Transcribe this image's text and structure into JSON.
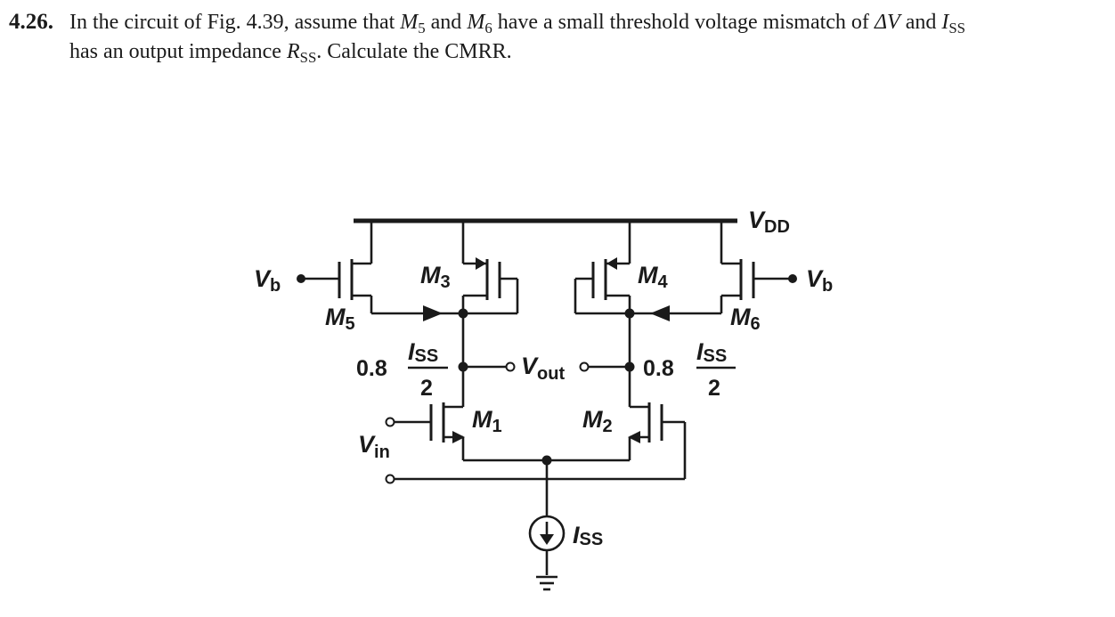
{
  "problem": {
    "number": "4.26.",
    "text_a": "In the circuit of Fig. 4.39, assume that ",
    "m5": "M",
    "m5_sub": "5",
    "and1": " and ",
    "m6": "M",
    "m6_sub": "6",
    "text_b": " have a small threshold voltage mismatch of ",
    "delta_v": "ΔV",
    "and2": " and ",
    "iss": "I",
    "iss_sub": "SS",
    "text_c": "has an output impedance ",
    "rss": "R",
    "rss_sub": "SS",
    "text_d": ". Calculate the CMRR."
  },
  "circuit": {
    "vdd": "V",
    "vdd_sub": "DD",
    "vb_left": "V",
    "vb_left_sub": "b",
    "vb_right": "V",
    "vb_right_sub": "b",
    "m1": "M",
    "m1_sub": "1",
    "m2": "M",
    "m2_sub": "2",
    "m3": "M",
    "m3_sub": "3",
    "m4": "M",
    "m4_sub": "4",
    "m5": "M",
    "m5_sub": "5",
    "m6": "M",
    "m6_sub": "6",
    "vout": "V",
    "vout_sub": "out",
    "vin": "V",
    "vin_sub": "in",
    "coef_left": "0.8",
    "coef_right": "0.8",
    "frac_left_num": "I",
    "frac_left_num_sub": "SS",
    "frac_left_den": "2",
    "frac_right_num": "I",
    "frac_right_num_sub": "SS",
    "frac_right_den": "2",
    "iss": "I",
    "iss_sub": "SS"
  }
}
